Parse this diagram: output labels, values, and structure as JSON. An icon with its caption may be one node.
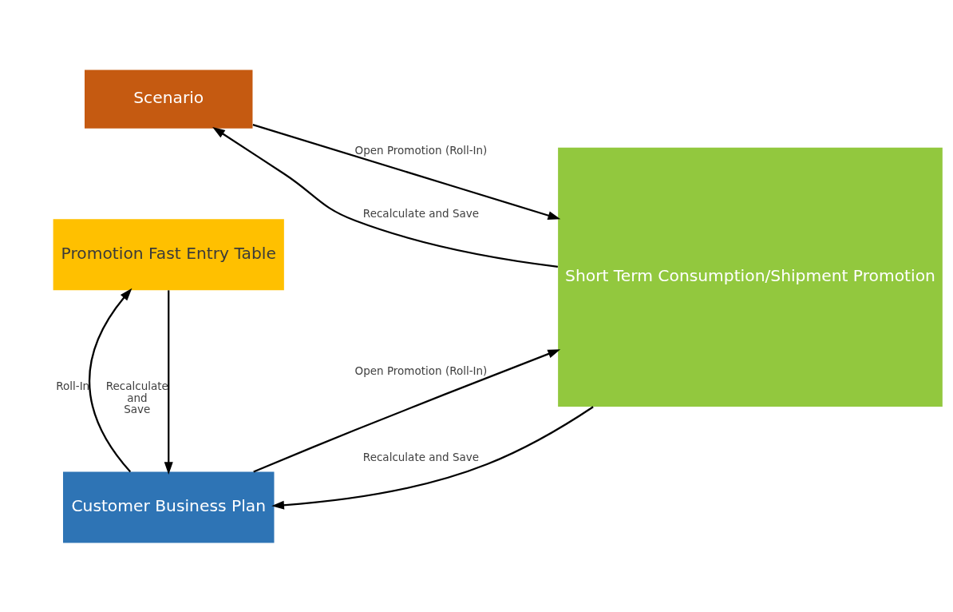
{
  "diagram": {
    "nodes": [
      {
        "text": [
          "Scenario"
        ]
      },
      {
        "text": [
          "Short Term Consumption/Shipment Promotion"
        ]
      },
      {
        "text": [
          "Customer Business Plan"
        ]
      },
      {
        "text": [
          "Promotion Fast Entry Table"
        ]
      }
    ],
    "edges": [
      {
        "from": 0,
        "to": 1,
        "arrow": "to",
        "label": "Open Promotion (Roll-In)"
      },
      {
        "from": 1,
        "to": 0,
        "arrow": "to",
        "label": "Recalculate and Save"
      },
      {
        "from": 2,
        "to": 1,
        "arrow": "to",
        "label": "Open Promotion (Roll-In)"
      },
      {
        "from": 1,
        "to": 2,
        "arrow": "to",
        "label": "Recalculate and Save"
      },
      {
        "from": 3,
        "to": 2,
        "arrow": "to",
        "label": "Recalculate and Save"
      },
      {
        "from": 2,
        "to": 3,
        "arrow": "to",
        "label": "Roll-In"
      }
    ]
  }
}
